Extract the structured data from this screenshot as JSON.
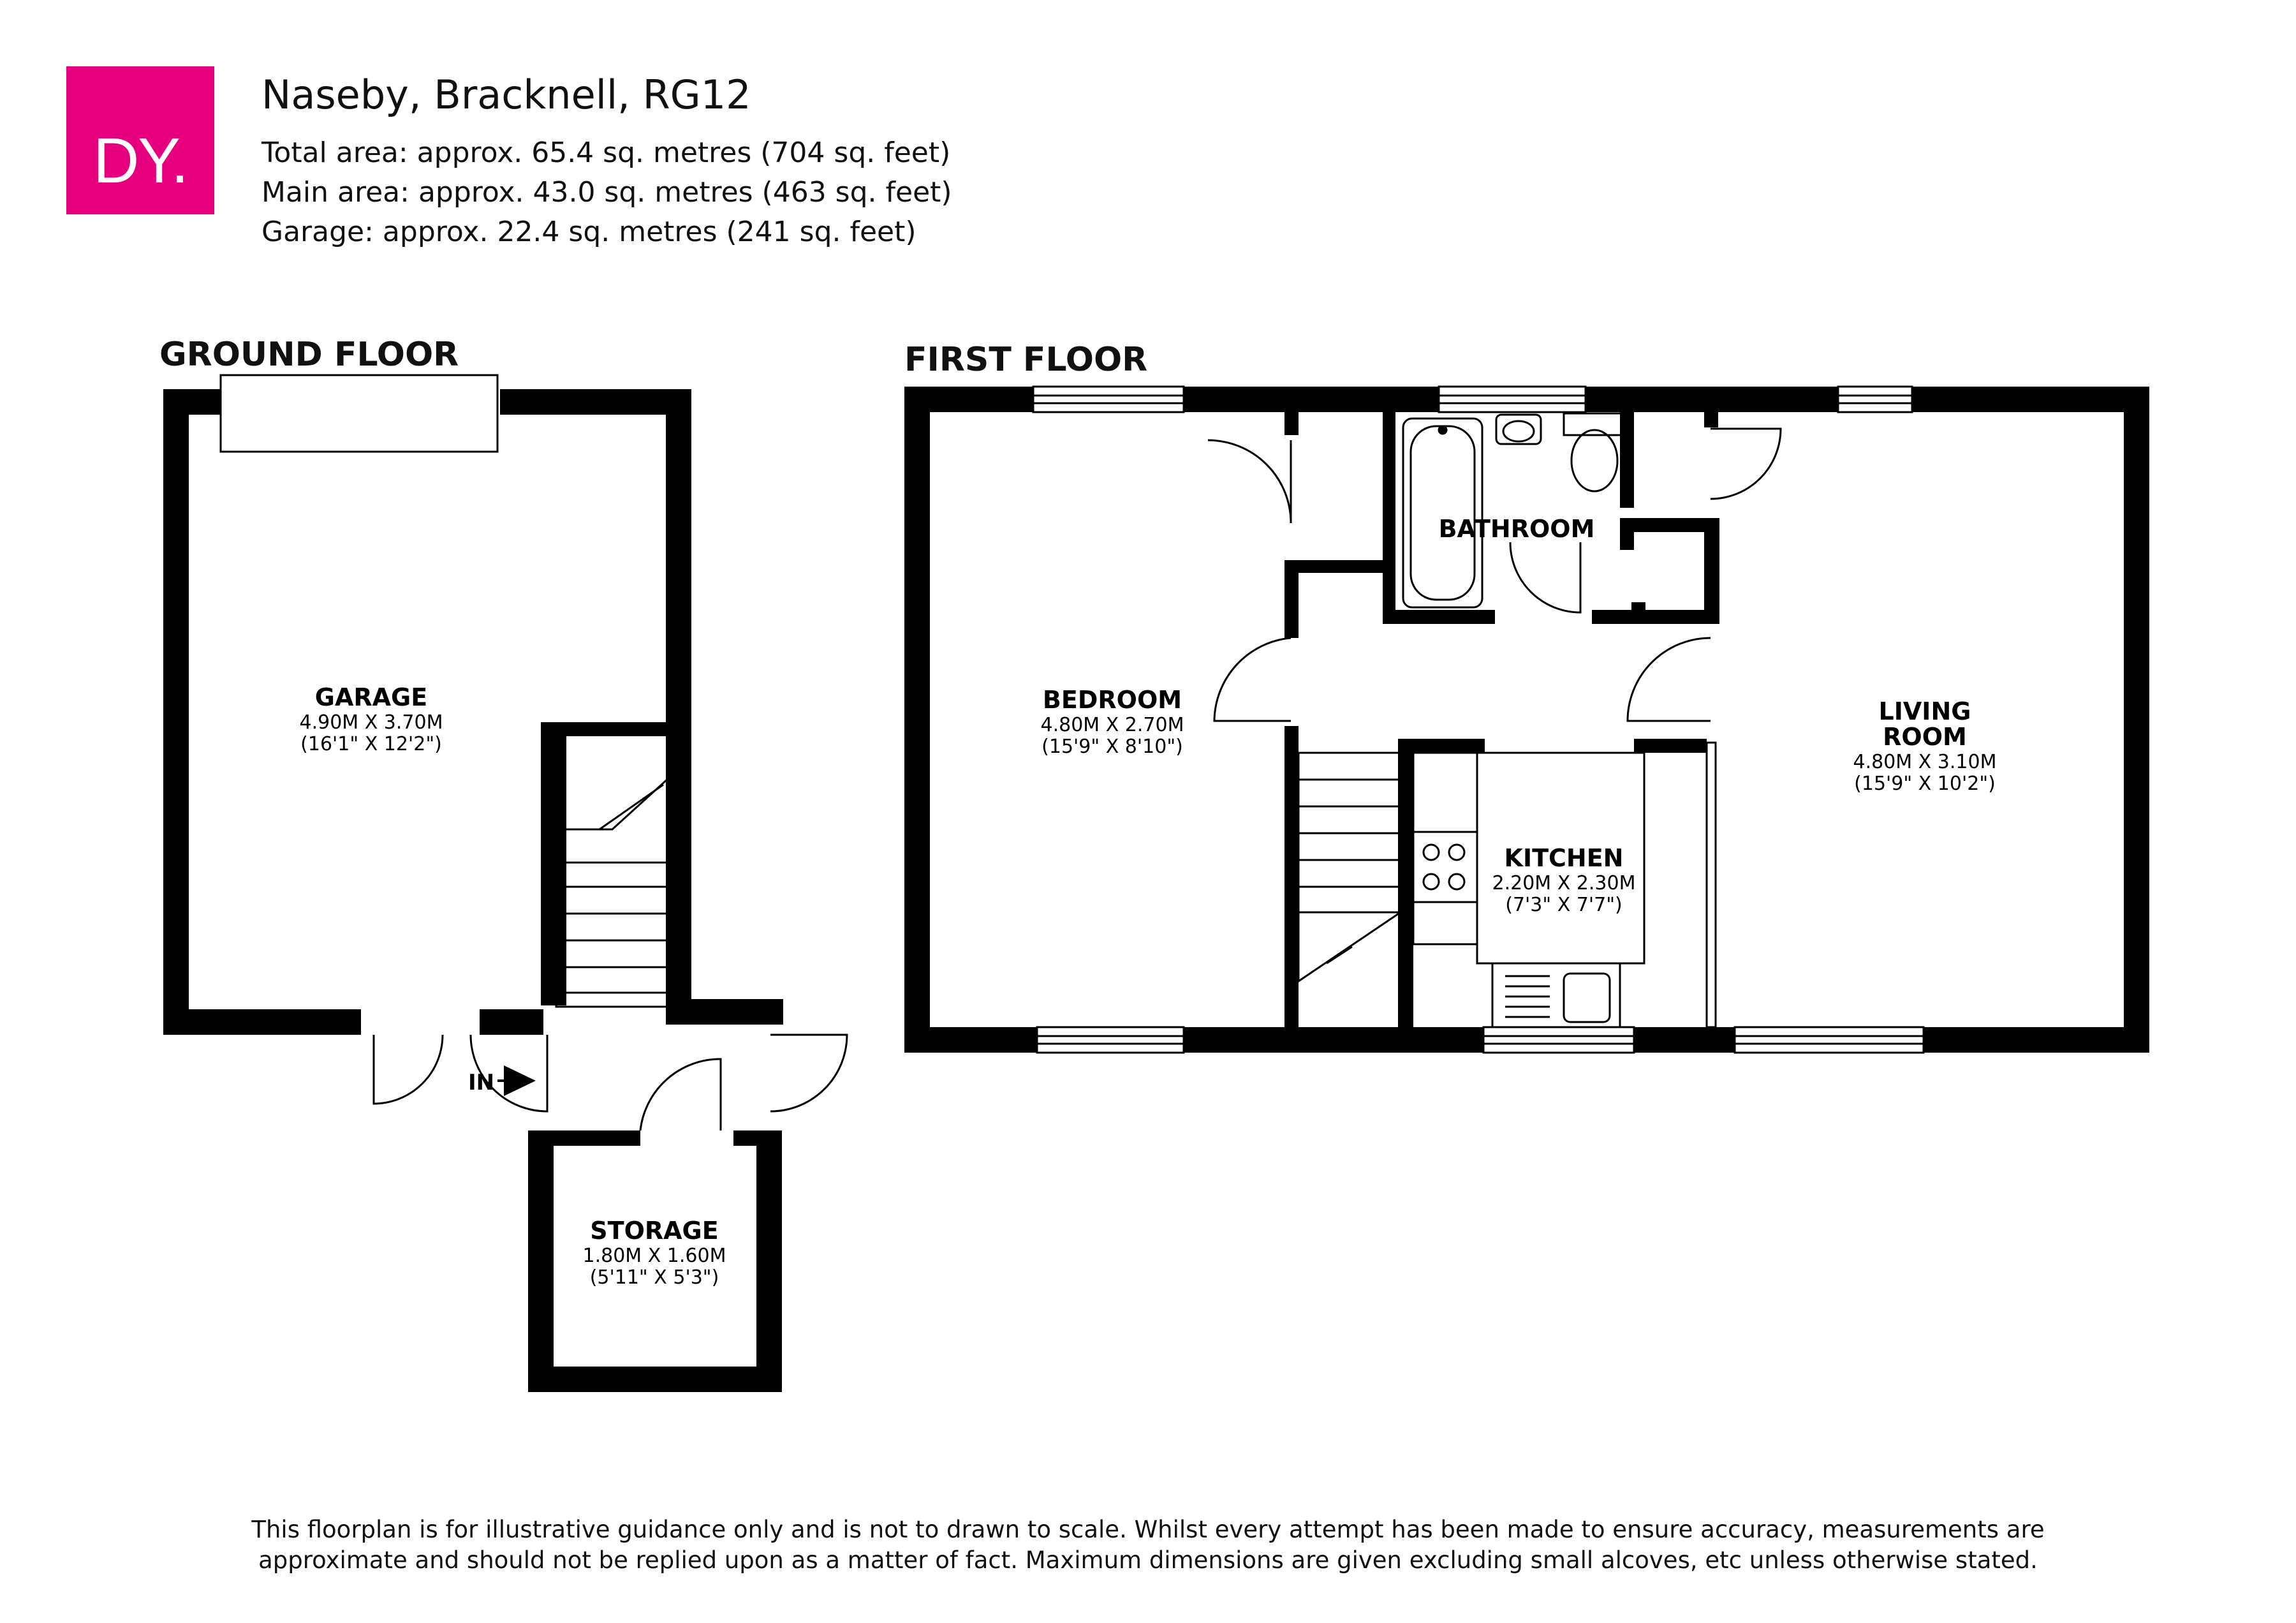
{
  "header": {
    "logo_text": "DY.",
    "logo_color": "#e6007e",
    "title": "Naseby, Bracknell, RG12",
    "total_area": "Total area: approx. 65.4 sq. metres (704 sq. feet)",
    "main_area": "Main area: approx. 43.0 sq. metres (463 sq. feet)",
    "garage_area": "Garage: approx. 22.4 sq. metres (241 sq. feet)"
  },
  "floors": {
    "ground": {
      "label": "GROUND FLOOR",
      "garage": {
        "name": "GARAGE",
        "metric": "4.90M X 3.70M",
        "imperial": "(16'1\" X 12'2\")"
      },
      "storage": {
        "name": "STORAGE",
        "metric": "1.80M X 1.60M",
        "imperial": "(5'11\" X 5'3\")"
      },
      "entrance": "IN"
    },
    "first": {
      "label": "FIRST FLOOR",
      "bedroom": {
        "name": "BEDROOM",
        "metric": "4.80M X 2.70M",
        "imperial": "(15'9\" X 8'10\")"
      },
      "bathroom": {
        "name": "BATHROOM"
      },
      "kitchen": {
        "name": "KITCHEN",
        "metric": "2.20M X 2.30M",
        "imperial": "(7'3\" X 7'7\")"
      },
      "living": {
        "name_line1": "LIVING",
        "name_line2": "ROOM",
        "metric": "4.80M X 3.10M",
        "imperial": "(15'9\" X 10'2\")"
      }
    }
  },
  "disclaimer": {
    "line1": "This floorplan is for illustrative guidance only and is not to drawn to scale. Whilst every attempt has been made to ensure accuracy, measurements are",
    "line2": "approximate and should not be replied upon as a matter of fact. Maximum dimensions are given excluding small alcoves, etc unless otherwise stated."
  }
}
